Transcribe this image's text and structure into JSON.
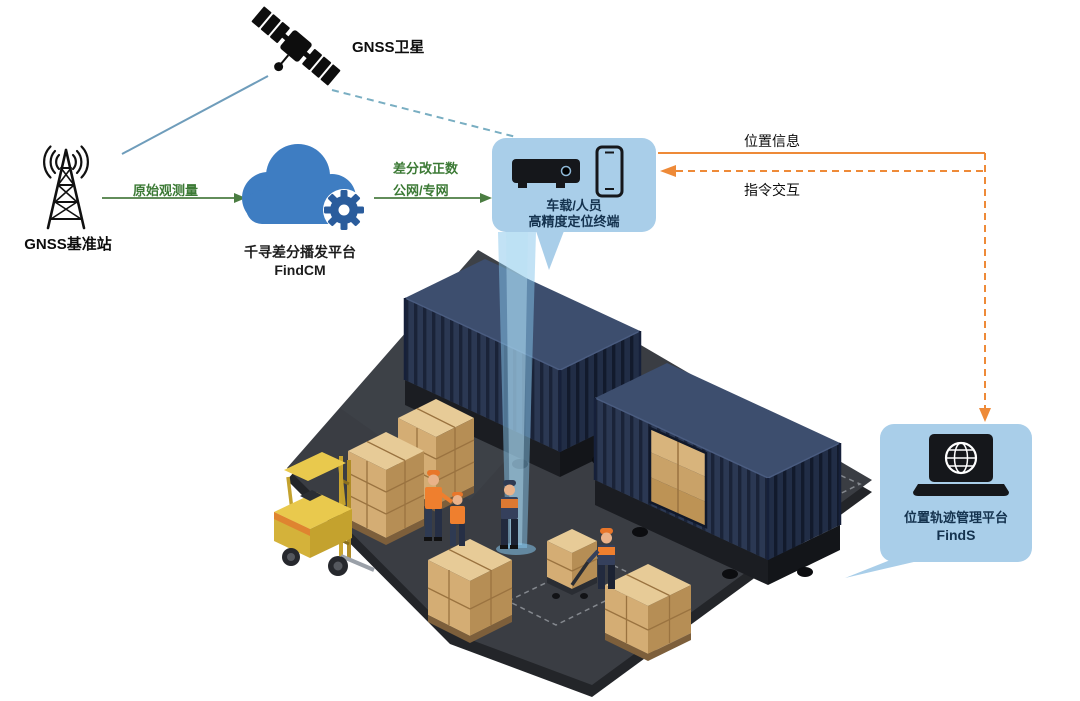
{
  "nodes": {
    "satellite": {
      "label": "GNSS卫星"
    },
    "base_station": {
      "label": "GNSS基准站"
    },
    "cloud_platform": {
      "name": "千寻差分播发平台",
      "product": "FindCM"
    },
    "terminal": {
      "line1": "车载/人员",
      "line2": "高精度定位终端"
    },
    "management_platform": {
      "name": "位置轨迹管理平台",
      "product": "FindS"
    }
  },
  "edges": {
    "raw_observation": "原始观测量",
    "correction_line1": "差分改正数",
    "correction_line2": "公网/专网",
    "position_info": "位置信息",
    "command_interaction": "指令交互"
  },
  "icons": {
    "satellite": "satellite-icon",
    "base_station": "radio-tower-icon",
    "cloud": "cloud-gear-icon",
    "terminal_receiver": "gnss-receiver-icon",
    "terminal_phone": "smartphone-icon",
    "management": "laptop-globe-icon"
  },
  "colors": {
    "background": "#ffffff",
    "bubble_fill": "#a9cee9",
    "bubble_text": "#14324e",
    "cloud_blue": "#3e7dc2",
    "gear_blue": "#2a5c9c",
    "green_arrow": "#4b7d42",
    "orange_arrow": "#ee8a38",
    "satellite_link": "#6f9dbb",
    "container_navy": "#2b3853",
    "floor_gray": "#3a3d43",
    "box_tan": "#d4ad74",
    "forklift_yellow": "#e9c94d",
    "beam_blue": "#85c6ec"
  }
}
